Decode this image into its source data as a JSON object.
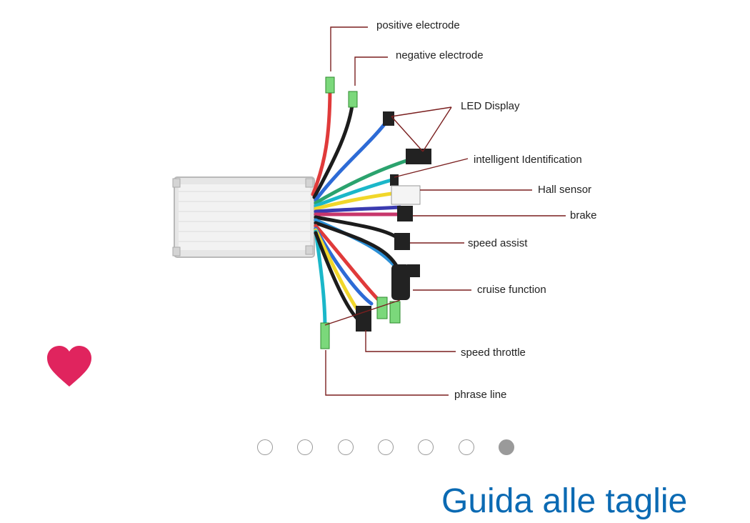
{
  "diagram": {
    "labels": {
      "positive_electrode": "positive electrode",
      "negative_electrode": "negative electrode",
      "led_display": "LED Display",
      "intelligent_identification": "intelligent Identification",
      "hall_sensor": "Hall sensor",
      "brake": "brake",
      "speed_assist": "speed assist",
      "cruise_function": "cruise function",
      "speed_throttle": "speed throttle",
      "phrase_line": "phrase line"
    }
  },
  "favorite": {
    "icon": "heart-icon",
    "color": "#e0245e"
  },
  "carousel": {
    "total": 7,
    "active_index": 6
  },
  "size_guide": {
    "label": "Guida alle taglie",
    "color": "#0b6ab3"
  }
}
